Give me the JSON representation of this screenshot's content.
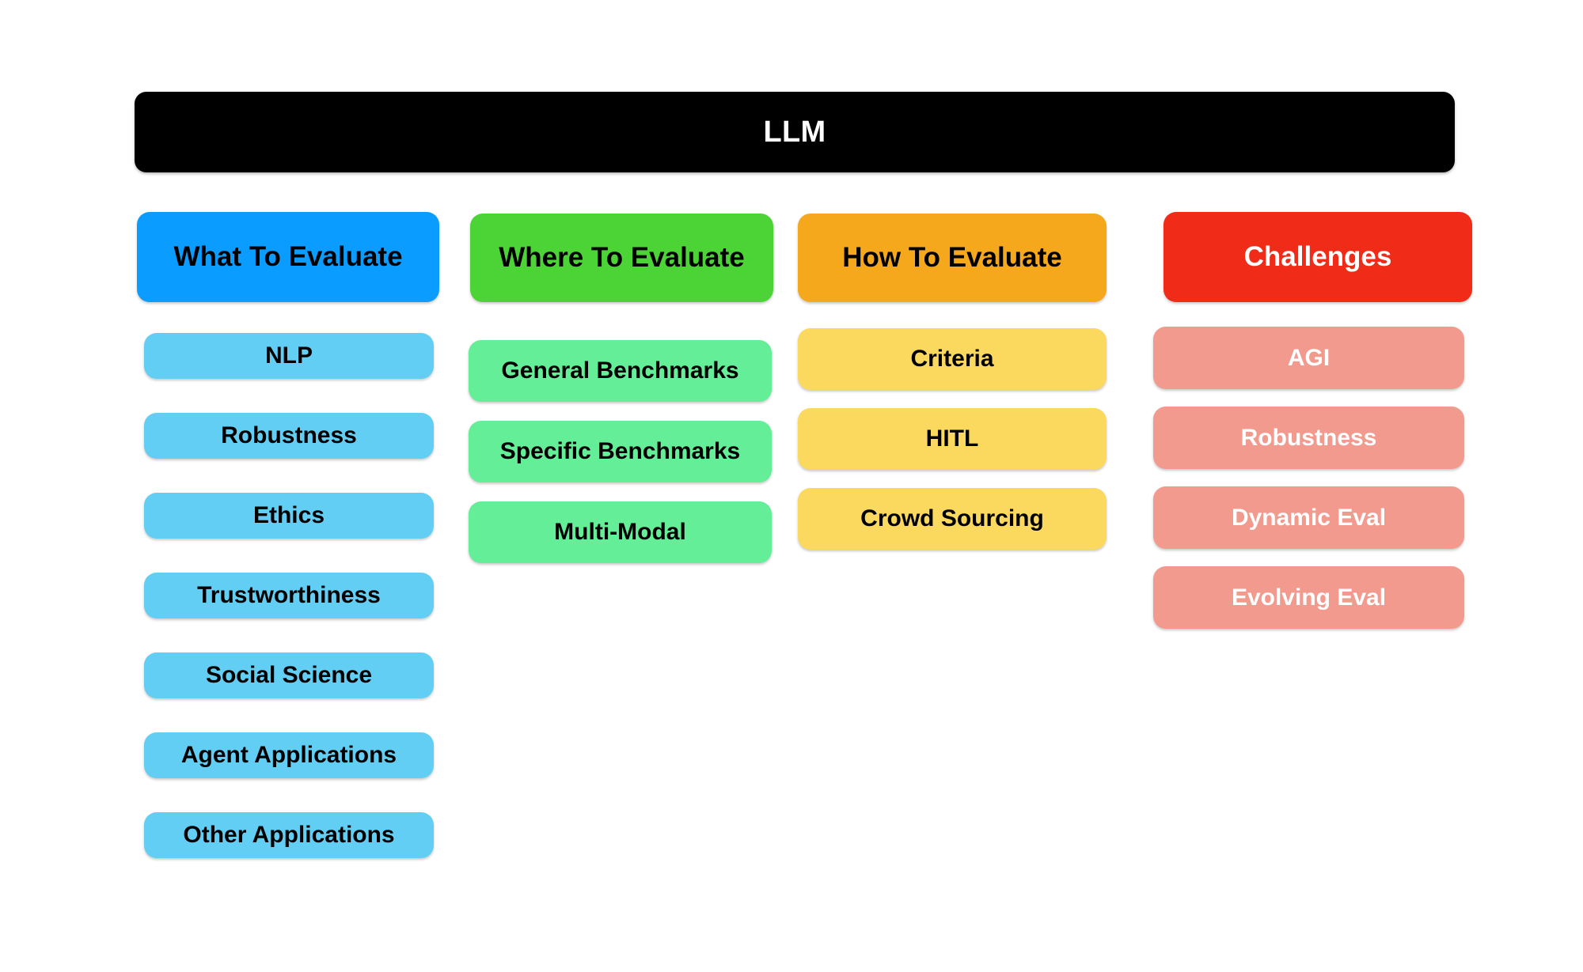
{
  "diagram": {
    "root": {
      "label": "LLM",
      "bg_color": "#000000",
      "text_color": "#ffffff"
    },
    "columns": [
      {
        "header": {
          "label": "What To Evaluate",
          "bg_color": "#0a9dff",
          "text_color": "#000000"
        },
        "item_bg_color": "#63cef4",
        "item_text_color": "#000000",
        "items": [
          {
            "label": "NLP"
          },
          {
            "label": "Robustness"
          },
          {
            "label": "Ethics"
          },
          {
            "label": "Trustworthiness"
          },
          {
            "label": "Social Science"
          },
          {
            "label": "Agent Applications"
          },
          {
            "label": "Other Applications"
          }
        ]
      },
      {
        "header": {
          "label": "Where To Evaluate",
          "bg_color": "#4cd437",
          "text_color": "#000000"
        },
        "item_bg_color": "#63ee97",
        "item_text_color": "#000000",
        "items": [
          {
            "label": "General Benchmarks"
          },
          {
            "label": "Specific Benchmarks"
          },
          {
            "label": "Multi-Modal"
          }
        ]
      },
      {
        "header": {
          "label": "How To Evaluate",
          "bg_color": "#f5a81c",
          "text_color": "#000000"
        },
        "item_bg_color": "#fbd95f",
        "item_text_color": "#000000",
        "items": [
          {
            "label": "Criteria"
          },
          {
            "label": "HITL"
          },
          {
            "label": "Crowd Sourcing"
          }
        ]
      },
      {
        "header": {
          "label": "Challenges",
          "bg_color": "#f02b18",
          "text_color": "#ffffff"
        },
        "item_bg_color": "#f29a8e",
        "item_text_color": "#ffffff",
        "items": [
          {
            "label": "AGI"
          },
          {
            "label": "Robustness"
          },
          {
            "label": "Dynamic Eval"
          },
          {
            "label": "Evolving Eval"
          }
        ]
      }
    ]
  }
}
